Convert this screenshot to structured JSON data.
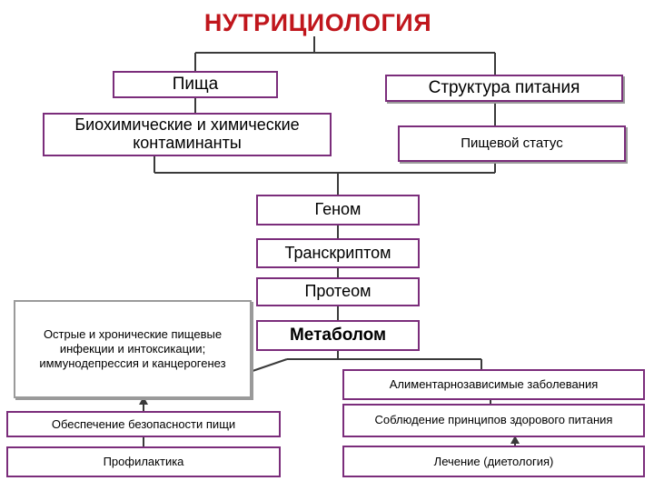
{
  "title": "НУТРИЦИОЛОГИЯ",
  "nodes": {
    "food": "Пища",
    "structure": "Структура питания",
    "contaminants": "Биохимические и химические контаминанты",
    "nutritional_status": "Пищевой статус",
    "genome": "Геном",
    "transcriptome": "Транскриптом",
    "proteome": "Протеом",
    "metabolome": "Метаболом",
    "infections": "Острые и хронические пищевые инфекции и интоксикации; иммунодепрессия и канцерогенез",
    "food_safety": "Обеспечение безопасности пищи",
    "prevention": "Профилактика",
    "diseases": "Алиментарнозависимые заболевания",
    "healthy_eating": "Соблюдение принципов здорового питания",
    "treatment": "Лечение (диетология)"
  },
  "colors": {
    "title": "#c0161c",
    "border": "#7b2d7b",
    "connector": "#3a3a3a"
  }
}
